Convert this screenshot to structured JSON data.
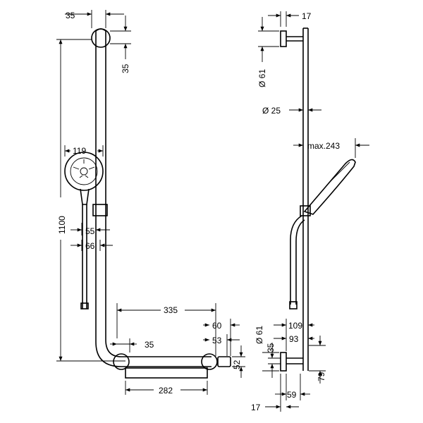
{
  "front_view": {
    "dimensions": {
      "top_offset_h": "35",
      "top_offset_v": "35",
      "rail_height": "1100",
      "handshower_width": "119",
      "holder_55": "55",
      "holder_66": "66",
      "grab_bar_length": "335",
      "bend_35": "35",
      "bottom_bar_282": "282"
    }
  },
  "side_view": {
    "dimensions": {
      "top_17": "17",
      "bracket_dia_61": "Ø 61",
      "rail_dia_25": "Ø 25",
      "max_projection": "max.243",
      "dim_109": "109",
      "dim_93": "93",
      "bracket_dia_61_lower": "Ø 61",
      "dim_35": "35",
      "dim_79": "79",
      "dim_59": "59",
      "bottom_17": "17"
    }
  },
  "connection_detail": {
    "dimensions": {
      "dim_60": "60",
      "dim_53": "53",
      "dim_52": "52"
    }
  }
}
